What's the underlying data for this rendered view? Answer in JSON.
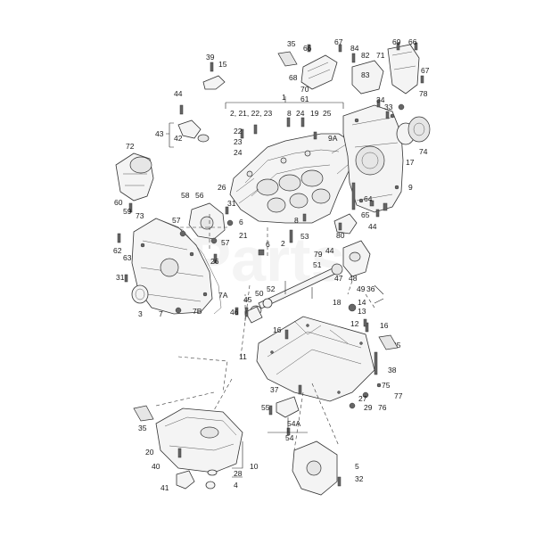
{
  "watermark": "Parts",
  "labels": [
    "1",
    "2, 21, 22, 23",
    "8",
    "24",
    "19",
    "25",
    "9A",
    "35",
    "66",
    "67",
    "84",
    "82",
    "83",
    "69",
    "66",
    "67",
    "71",
    "68",
    "70",
    "61",
    "78",
    "34",
    "33",
    "17",
    "74",
    "9",
    "39",
    "15",
    "44",
    "43",
    "42",
    "72",
    "26",
    "58",
    "56",
    "57",
    "57",
    "31",
    "26",
    "6",
    "60",
    "59",
    "73",
    "62",
    "63",
    "31",
    "3",
    "7",
    "7A",
    "7B",
    "22",
    "23",
    "24",
    "21",
    "2",
    "8",
    "6",
    "53",
    "79",
    "44",
    "80",
    "64",
    "65",
    "44",
    "51",
    "47",
    "48",
    "49",
    "36",
    "52",
    "50",
    "45",
    "46",
    "18",
    "14",
    "13",
    "12",
    "16",
    "35",
    "16",
    "11",
    "38",
    "37",
    "75",
    "77",
    "27",
    "76",
    "29",
    "55",
    "54A",
    "54",
    "35",
    "20",
    "40",
    "28",
    "10",
    "41",
    "4",
    "5",
    "32"
  ]
}
